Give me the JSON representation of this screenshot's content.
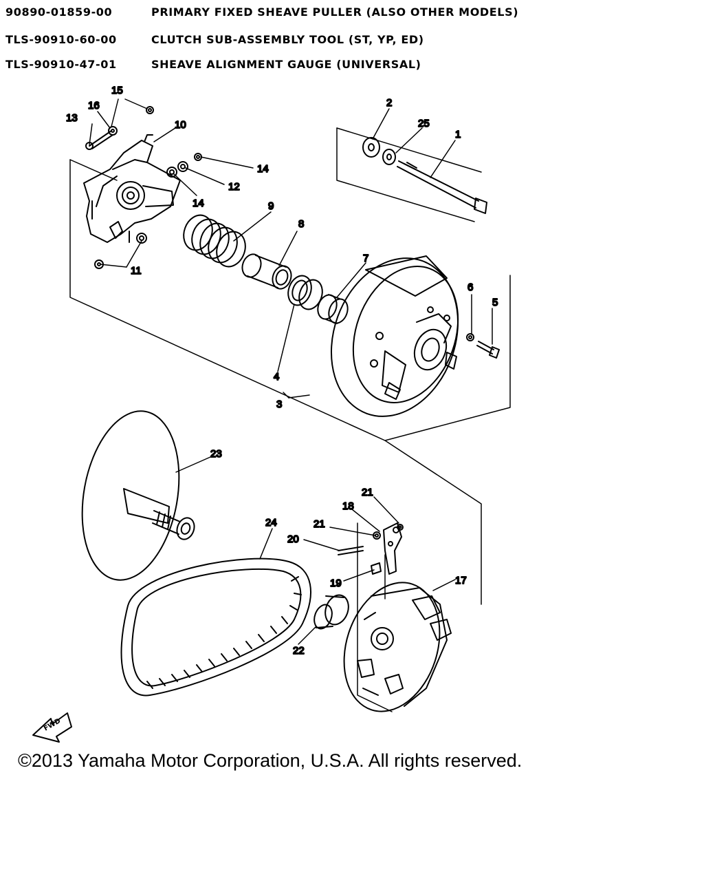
{
  "tools": [
    {
      "code": "90890-01859-00",
      "description": "PRIMARY FIXED SHEAVE PULLER (ALSO OTHER MODELS)"
    },
    {
      "code": "TLS-90910-60-00",
      "description": "CLUTCH SUB-ASSEMBLY TOOL (ST, YP, ED)"
    },
    {
      "code": "TLS-90910-47-01",
      "description": "SHEAVE ALIGNMENT GAUGE (UNIVERSAL)"
    }
  ],
  "callouts": [
    "1",
    "2",
    "3",
    "4",
    "5",
    "6",
    "7",
    "8",
    "9",
    "10",
    "11",
    "12",
    "13",
    "14",
    "14",
    "15",
    "16",
    "17",
    "18",
    "19",
    "20",
    "21",
    "21",
    "22",
    "23",
    "24",
    "25"
  ],
  "fwd_label": "FWD",
  "copyright": "©2013 Yamaha Motor Corporation, U.S.A. All rights reserved."
}
